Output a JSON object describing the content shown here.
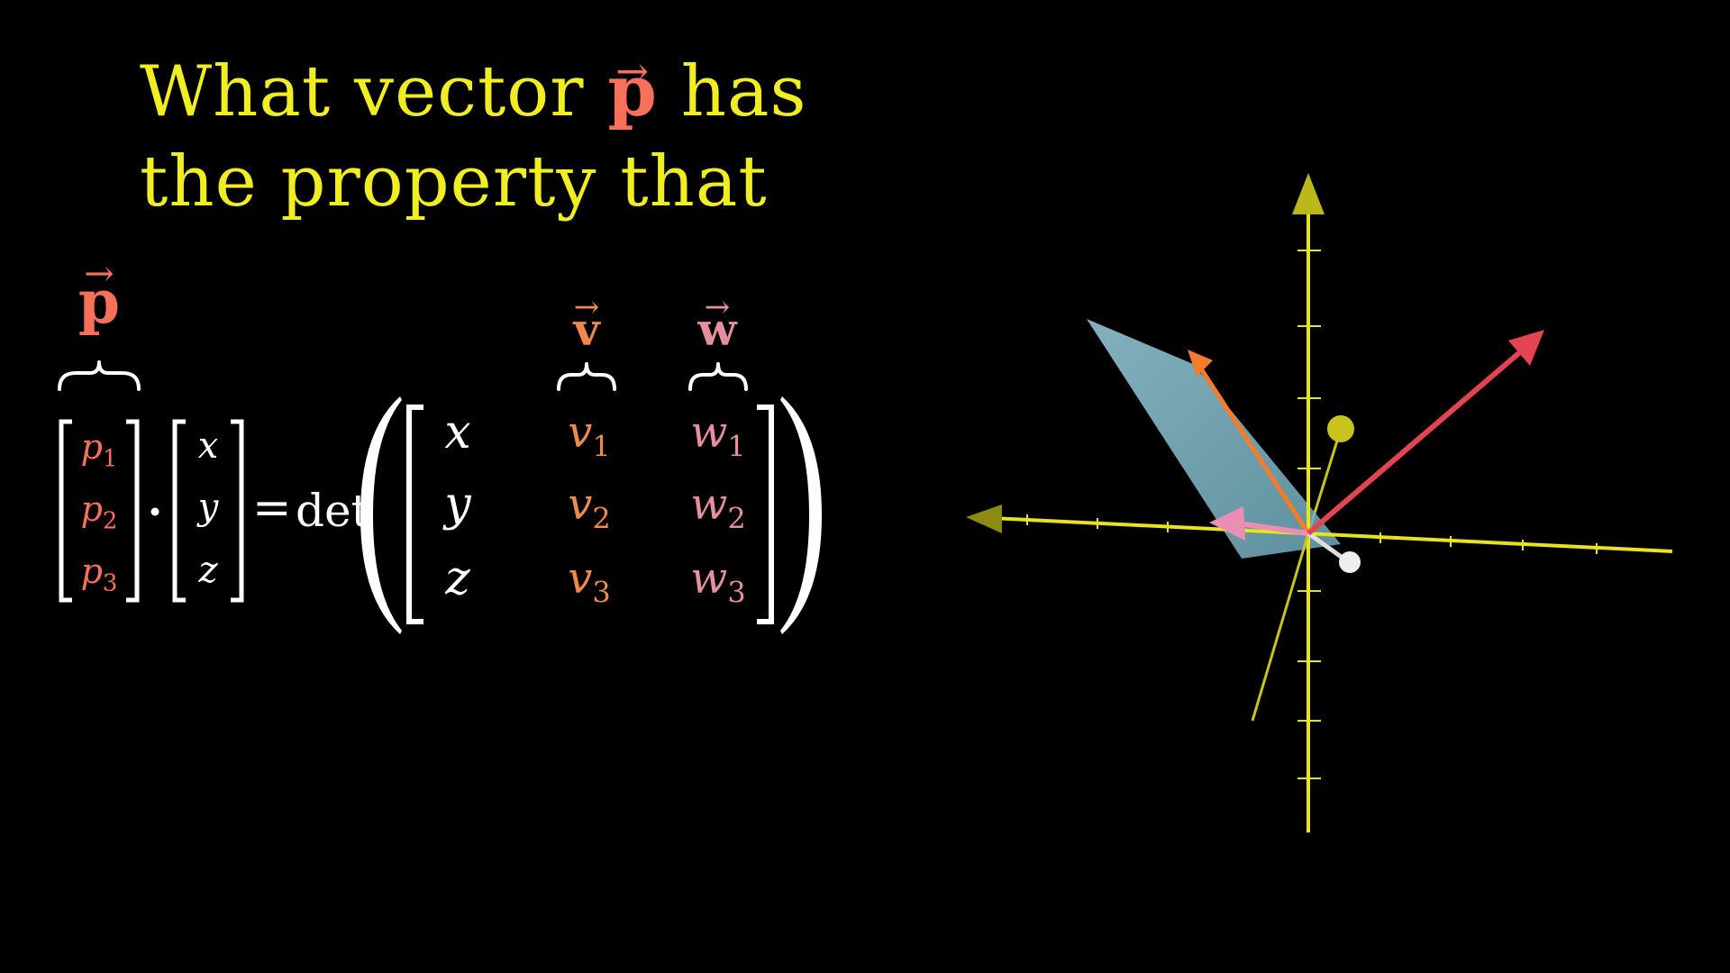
{
  "title": {
    "line1_before": "What vector",
    "line1_vector": "p",
    "line1_after": "has",
    "line2": "the property that"
  },
  "equation": {
    "labels": {
      "p": "p",
      "v": "v",
      "w": "w"
    },
    "p_vector": [
      {
        "base": "p",
        "sub": "1"
      },
      {
        "base": "p",
        "sub": "2"
      },
      {
        "base": "p",
        "sub": "3"
      }
    ],
    "xyz_vector": [
      "x",
      "y",
      "z"
    ],
    "dot": "·",
    "equals": "=",
    "det": "det",
    "matrix": {
      "col_xyz": [
        "x",
        "y",
        "z"
      ],
      "col_v": [
        {
          "base": "v",
          "sub": "1"
        },
        {
          "base": "v",
          "sub": "2"
        },
        {
          "base": "v",
          "sub": "3"
        }
      ],
      "col_w": [
        {
          "base": "w",
          "sub": "1"
        },
        {
          "base": "w",
          "sub": "2"
        },
        {
          "base": "w",
          "sub": "3"
        }
      ]
    },
    "arrow_glyph": "→"
  },
  "colors": {
    "background": "#000000",
    "title": "#f0ee22",
    "p": "#f6705a",
    "v": "#f08a4b",
    "w": "#e7909d",
    "text": "#ffffff",
    "axis": "#e8e31f",
    "plane": "#8fc5d6",
    "arrow_p": "#e2454f",
    "arrow_v": "#f57c2a",
    "arrow_w": "#e98fb3"
  },
  "scene": {
    "description_icons": [
      "x-axis-icon",
      "y-axis-icon",
      "z-axis-icon",
      "plane-icon"
    ]
  }
}
